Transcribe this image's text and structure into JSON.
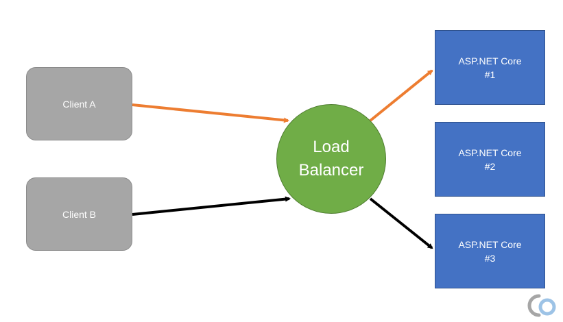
{
  "diagram": {
    "nodes": {
      "client_a": {
        "label": "Client A"
      },
      "client_b": {
        "label": "Client B"
      },
      "load_balancer": {
        "line1": "Load",
        "line2": "Balancer"
      },
      "server_1": {
        "line1": "ASP.NET Core",
        "line2": "#1"
      },
      "server_2": {
        "line1": "ASP.NET Core",
        "line2": "#2"
      },
      "server_3": {
        "line1": "ASP.NET Core",
        "line2": "#3"
      }
    },
    "edges": [
      {
        "from": "client_a",
        "to": "load_balancer",
        "color": "#ed7d31"
      },
      {
        "from": "client_b",
        "to": "load_balancer",
        "color": "#000000"
      },
      {
        "from": "load_balancer",
        "to": "server_1",
        "color": "#ed7d31"
      },
      {
        "from": "load_balancer",
        "to": "server_3",
        "color": "#000000"
      }
    ],
    "colors": {
      "client": "#a6a6a6",
      "load_balancer": "#70ad47",
      "server": "#4472c4",
      "highlight_path": "#ed7d31",
      "default_path": "#000000"
    },
    "logo_icon": "logo-icon"
  }
}
